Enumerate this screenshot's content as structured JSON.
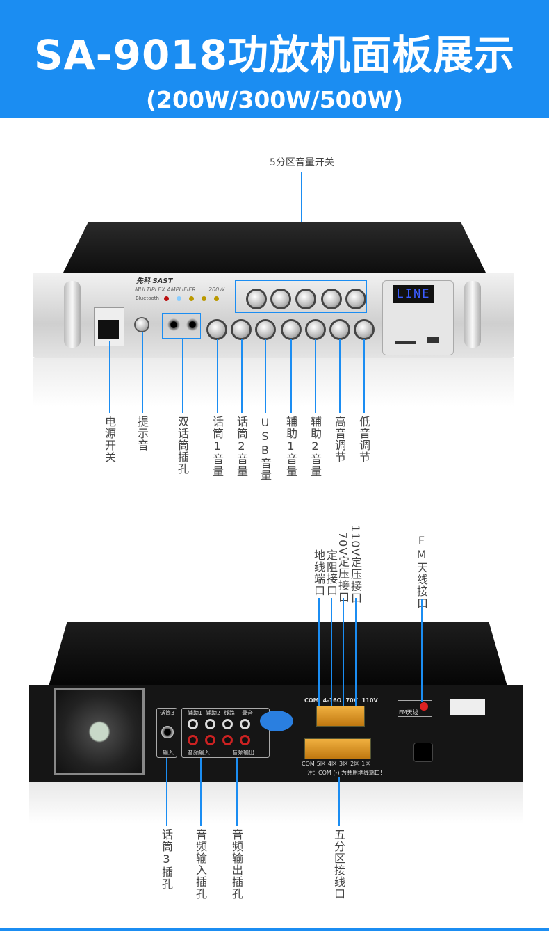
{
  "header": {
    "title": "SA-9018功放机面板展示",
    "subtitle": "(200W/300W/500W)"
  },
  "front": {
    "top_label": "5分区音量开关",
    "brand": "先科 SAST",
    "model_text": "MULTIPLEX AMPLIFIER",
    "power_text": "200W",
    "bluetooth": "Bluetooth",
    "display": "LINE",
    "labels": [
      "电源开关",
      "提示音",
      "双话筒插孔",
      "话筒1音量",
      "话筒2音量",
      "USB音量",
      "辅助1音量",
      "辅助2音量",
      "高音调节",
      "低音调节"
    ]
  },
  "rear": {
    "top_labels": [
      "地线端口",
      "定阻接口",
      "70V定压接口",
      "110V定压接口",
      "FM天线接口"
    ],
    "bottom_labels": [
      "话筒3插孔",
      "音频输入插孔",
      "音频输出插孔",
      "五分区接线口"
    ],
    "panel": {
      "mic3": "话筒3",
      "input": "输入",
      "aux1": "辅助1",
      "aux2": "辅助2",
      "line": "线路",
      "record": "录音",
      "audio_in": "音频输入",
      "audio_out": "音频输出",
      "terminals_top": [
        "COM",
        "4-16Ω",
        "70V",
        "110V"
      ],
      "terminals_bottom": [
        "COM",
        "5区",
        "4区",
        "3区",
        "2区",
        "1区"
      ],
      "note": "注：COM (-) 为共用地线端口!",
      "fm": "FM天线"
    }
  },
  "colors": {
    "accent": "#1b8df2"
  }
}
